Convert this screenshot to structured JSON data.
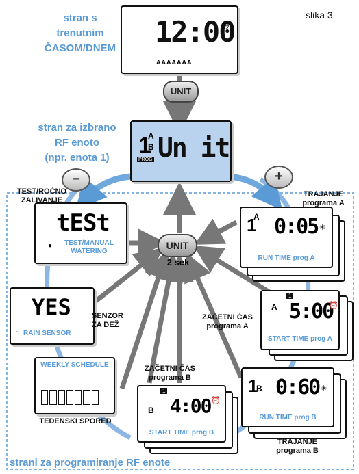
{
  "figure_label": "slika 3",
  "top_screen": {
    "time": "12:00",
    "caption": [
      "stran s",
      "trenutnim",
      "ČASOM/DNEM"
    ],
    "day_marks": "AAAAAAA"
  },
  "unit_button_label": "UNIT",
  "unit_center_hold": "2 sek",
  "selected_unit": {
    "caption": [
      "stran za izbrano",
      "RF enoto",
      "(npr. enota 1)"
    ],
    "display_text": "Un it",
    "unit_number": "1",
    "slots": [
      "A",
      "B"
    ],
    "prog_tag": "PROG"
  },
  "minus_glyph": "−",
  "plus_glyph": "+",
  "test": {
    "label": [
      "TEST/ROČNO",
      "ZALIVANJE"
    ],
    "display": "tESt",
    "caption": [
      "TEST/MANUAL",
      "WATERING"
    ]
  },
  "rain": {
    "display": "YES",
    "caption": "RAIN SENSOR",
    "label": [
      "SENZOR",
      "ZA DEŽ"
    ]
  },
  "weekly": {
    "caption": "WEEKLY SCHEDULE",
    "label": "TEDENSKI SPORED"
  },
  "run_a": {
    "label": [
      "TRAJANJE",
      "programa A"
    ],
    "display": "0:05",
    "slot": "A",
    "num": "1",
    "caption": "RUN TIME prog A"
  },
  "start_a": {
    "label": [
      "ZAČETNI ČAS",
      "programa A"
    ],
    "display": "5:00",
    "slot": "A",
    "badge": "1",
    "caption": "START TIME prog A"
  },
  "start_b": {
    "label": [
      "ZAČETNI ČAS",
      "programa B"
    ],
    "display": "4:00",
    "slot": "B",
    "badge": "1",
    "caption": "START TIME prog B"
  },
  "run_b": {
    "label": [
      "TRAJANJE",
      "programa B"
    ],
    "display": "0:60",
    "slot": "B",
    "num": "1",
    "caption": "RUN TIME prog B"
  },
  "programming_caption": "strani za programiranje RF enote",
  "colors": {
    "accent_blue": "#5b9bd5",
    "selected_bg": "#b9d3ee",
    "arrow_gray": "#777777",
    "dashed_border": "#5b9bd5"
  }
}
